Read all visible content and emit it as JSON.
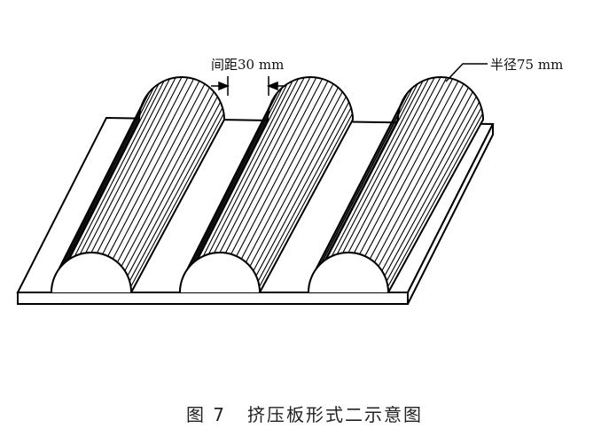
{
  "labels": {
    "spacing": "间距30 mm",
    "radius": "半径75 mm"
  },
  "caption": {
    "figure_no": "图 7",
    "title": "挤压板形式二示意图"
  }
}
